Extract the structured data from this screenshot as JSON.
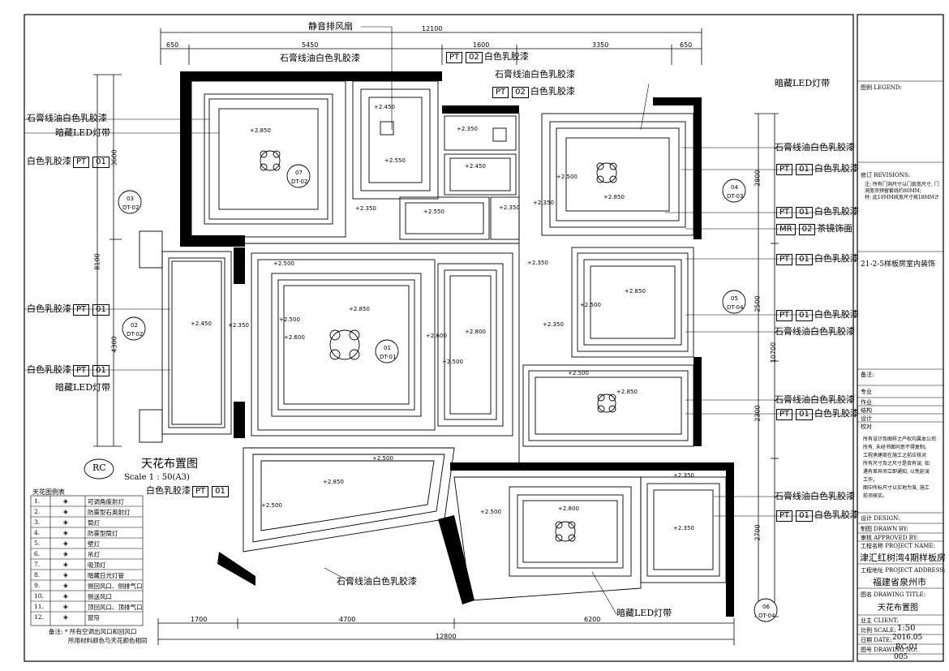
{
  "drawing": {
    "title": "天花布置图",
    "scale": "Scale 1 : 50(A3)",
    "symbol": "RC"
  },
  "dimensions": {
    "top_total": "12100",
    "top_segments": [
      "650",
      "5450",
      "1600",
      "3350",
      "650"
    ],
    "bottom_total": "12800",
    "bottom_segments": [
      "1700",
      "4700",
      "6200"
    ],
    "left": [
      "3600",
      "8100",
      "4300"
    ],
    "right": [
      "2800",
      "10700",
      "2500",
      "2300",
      "2700"
    ]
  },
  "labels": {
    "fan": "静音排风扇",
    "gypsum": "石膏线油白色乳胶漆",
    "white_latex": "白色乳胶漆",
    "led_strip": "暗藏LED灯带",
    "tea_mirror": "茶镜饰面"
  },
  "codes": {
    "pt": "PT",
    "mr": "MR",
    "n01": "01",
    "n02": "02"
  },
  "section_marks": [
    {
      "num": "03",
      "ref": "DT-02"
    },
    {
      "num": "07",
      "ref": "DT-02"
    },
    {
      "num": "04",
      "ref": "DT-03"
    },
    {
      "num": "02",
      "ref": "DT-02"
    },
    {
      "num": "01",
      "ref": "DT-01"
    },
    {
      "num": "05",
      "ref": "DT-04"
    },
    {
      "num": "06",
      "ref": "DT-04"
    }
  ],
  "elevations": {
    "e2850": "+2.850",
    "e2450": "+2.450",
    "e2550": "+2.550",
    "e2350": "+2.350",
    "e2500": "+2.500",
    "e2600": "+2.600",
    "e2800": "+2.800"
  },
  "legend": {
    "title": "天花图例表",
    "items": [
      {
        "no": "1.",
        "text": "可调角度射灯"
      },
      {
        "no": "2.",
        "text": "防雾型石英射灯"
      },
      {
        "no": "3.",
        "text": "筒灯"
      },
      {
        "no": "4.",
        "text": "防雾型筒灯"
      },
      {
        "no": "5.",
        "text": "壁灯"
      },
      {
        "no": "6.",
        "text": "吊灯"
      },
      {
        "no": "7.",
        "text": "吸顶灯"
      },
      {
        "no": "8.",
        "text": "暗藏日光灯管"
      },
      {
        "no": "9.",
        "text": "侧回风口、侧排气口"
      },
      {
        "no": "10.",
        "text": "侧送风口"
      },
      {
        "no": "11.",
        "text": "顶回风口、顶排气口"
      },
      {
        "no": "12.",
        "text": "窗帘"
      }
    ],
    "note1": "备注: * 所有空调出风口和回风口",
    "note2": "所用材料颜色与天花颜色相同"
  },
  "title_block": {
    "legend_lbl": "图例 LEGEND:",
    "rev_lbl": "修订 REVISIONS:",
    "notes": [
      "注: 所有门洞尺寸以门扇宽尺寸, 门",
      "洞宽须预留套线约80MM;",
      "材: 此18MM线宽尺寸按18MM计"
    ],
    "project_side": "21-2-5样板房室内装饰",
    "remarks_lbl": "备注:",
    "rows": [
      "专业",
      "作业",
      "结构",
      "设计",
      "校对"
    ],
    "disclaimer": [
      "所有设计及图样之产权均属本公司",
      "所有, 未经书面同意不得复制。",
      "工程承建商在施工之前应核对",
      "所有尺寸及之尺寸是否有误, 如",
      "遇有差异须立即通知, 以免延误",
      "工作。",
      "图中所标尺寸以实地为准, 施工",
      "前须核实。"
    ],
    "design_lbl": "设计 DESIGN:",
    "drawn_lbl": "制图 DRAWN BY:",
    "check_lbl": "审核 APPROVED BY:",
    "project_lbl": "工程名称 PROJECT NAME:",
    "project": "津汇红树湾4期样板房",
    "address_lbl": "工程地址 PROJECT ADDRESS:",
    "address": "福建省泉州市",
    "dwg_title_lbl": "图名 DRAWING TITLE:",
    "dwg_title": "天花布置图",
    "client_lbl": "业主 CLIENT:",
    "scale_lbl": "比例 SCALE:",
    "scale": "1:50",
    "date_lbl": "日期 DATE:",
    "date": "2016.05",
    "dwgno_lbl": "图号 DRAWING NO:",
    "dwgno": "RC-01",
    "page": "005"
  }
}
